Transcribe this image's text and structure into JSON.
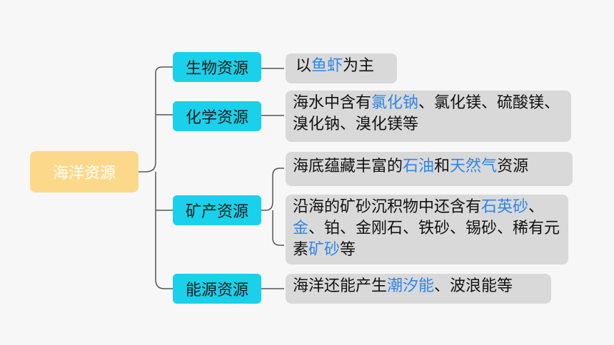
{
  "root": {
    "label": "海洋资源"
  },
  "categories": [
    {
      "label": "生物资源",
      "items": [
        {
          "parts": [
            {
              "t": "以"
            },
            {
              "t": "鱼虾",
              "hl": true
            },
            {
              "t": "为主"
            }
          ]
        }
      ]
    },
    {
      "label": "化学资源",
      "items": [
        {
          "parts": [
            {
              "t": "海水中含有"
            },
            {
              "t": "氯化钠",
              "hl": true
            },
            {
              "t": "、氯化镁、硫酸镁、溴化钠、溴化镁等"
            }
          ]
        }
      ]
    },
    {
      "label": "矿产资源",
      "items": [
        {
          "parts": [
            {
              "t": "海底蕴藏丰富的"
            },
            {
              "t": "石油",
              "hl": true
            },
            {
              "t": "和"
            },
            {
              "t": "天然气",
              "hl": true
            },
            {
              "t": "资源"
            }
          ]
        },
        {
          "parts": [
            {
              "t": "沿海的矿砂沉积物中还含有"
            },
            {
              "t": "石英砂",
              "hl": true
            },
            {
              "t": "、"
            },
            {
              "t": "金",
              "hl": true
            },
            {
              "t": "、铂、金刚石、铁砂、锡砂、稀有元素"
            },
            {
              "t": "矿砂",
              "hl": true
            },
            {
              "t": "等"
            }
          ]
        }
      ]
    },
    {
      "label": "能源资源",
      "items": [
        {
          "parts": [
            {
              "t": "海洋还能产生"
            },
            {
              "t": "潮汐能",
              "hl": true
            },
            {
              "t": "、波浪能等"
            }
          ]
        }
      ]
    }
  ],
  "colors": {
    "root_fill": "#fcd98a",
    "category_fill": "#19d1ea",
    "leaf_fill": "#d9d9d9",
    "highlight": "#2f86e8"
  }
}
